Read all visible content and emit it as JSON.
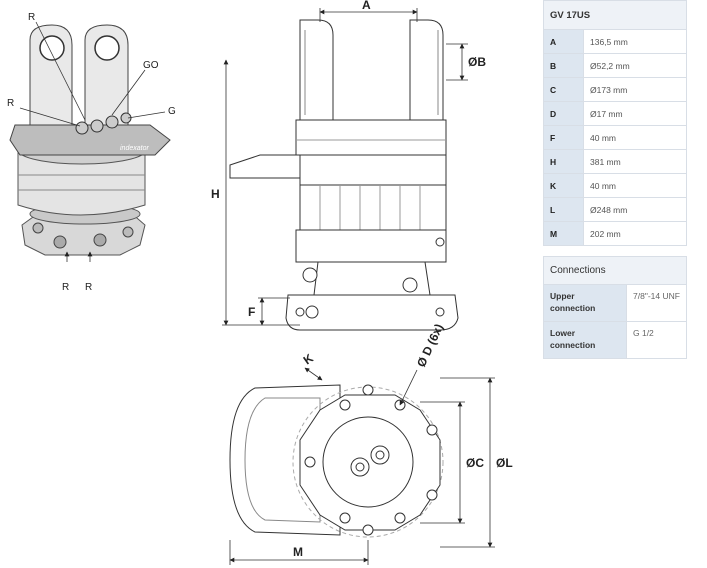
{
  "spec_table": {
    "model": "GV 17US",
    "rows": [
      {
        "key": "A",
        "value": "136,5 mm"
      },
      {
        "key": "B",
        "value": "Ø52,2 mm"
      },
      {
        "key": "C",
        "value": "Ø173 mm"
      },
      {
        "key": "D",
        "value": "Ø17 mm"
      },
      {
        "key": "F",
        "value": "40 mm"
      },
      {
        "key": "H",
        "value": "381 mm"
      },
      {
        "key": "K",
        "value": "40 mm"
      },
      {
        "key": "L",
        "value": "Ø248 mm"
      },
      {
        "key": "M",
        "value": "202 mm"
      }
    ]
  },
  "connections": {
    "title": "Connections",
    "rows": [
      {
        "key": "Upper connection",
        "value": "7/8\"-14 UNF"
      },
      {
        "key": "Lower connection",
        "value": "G 1/2"
      }
    ]
  },
  "drawing_labels": {
    "iso_R_top": "R",
    "iso_GO": "GO",
    "iso_R_left": "R",
    "iso_G": "G",
    "iso_R_bottom1": "R",
    "iso_R_bottom2": "R",
    "dim_A": "A",
    "dim_B": "ØB",
    "dim_H": "H",
    "dim_F": "F",
    "dim_K": "K",
    "dim_D": "Ø D (6x)",
    "dim_C": "ØC",
    "dim_L": "ØL",
    "dim_M": "M"
  }
}
